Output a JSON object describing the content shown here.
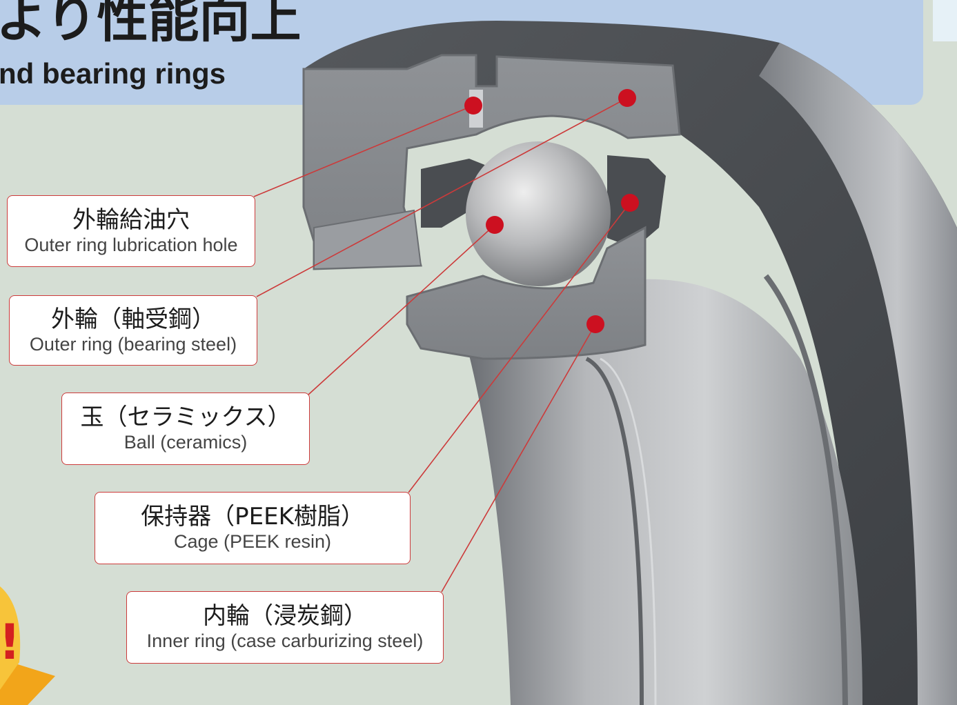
{
  "header": {
    "title_jp": "より性能向上",
    "subtitle_en": "nd bearing rings"
  },
  "labels": [
    {
      "jp": "外輪給油穴",
      "en": "Outer ring lubrication hole"
    },
    {
      "jp": "外輪（軸受鋼）",
      "en": "Outer ring (bearing steel)"
    },
    {
      "jp": "玉（セラミックス）",
      "en": "Ball (ceramics)"
    },
    {
      "jp": "保持器（PEEK樹脂）",
      "en": "Cage (PEEK resin)"
    },
    {
      "jp": "内輪（浸炭鋼）",
      "en": "Inner ring (case carburizing steel)"
    }
  ],
  "colors": {
    "background": "#d5ded4",
    "banner": "#b8cde8",
    "leader": "#cc3a3a",
    "marker": "#cc1020",
    "metal": "#8c8f93"
  },
  "corner_badge": {
    "glyph": "!"
  }
}
